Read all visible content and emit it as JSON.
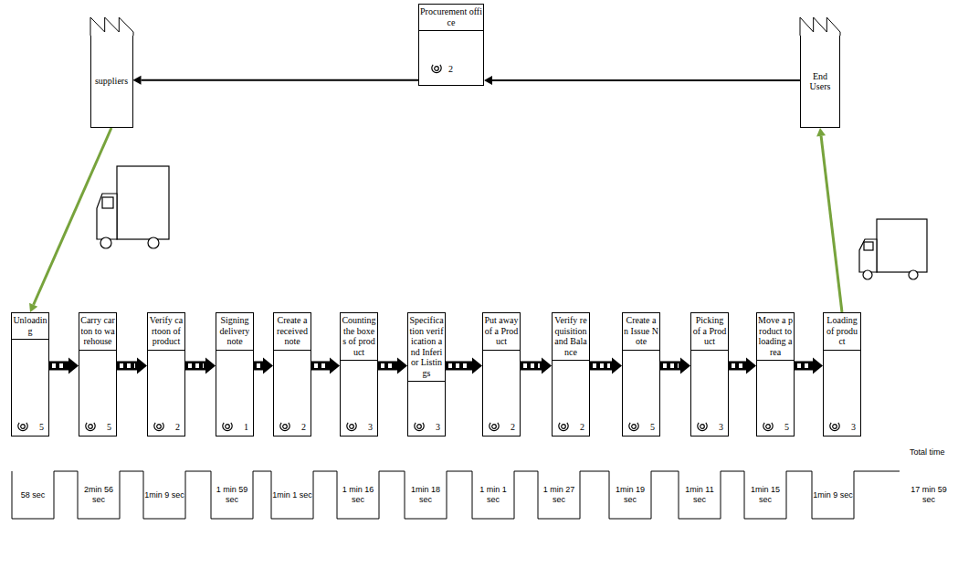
{
  "diagram": {
    "nodes": [
      {
        "text": [
          "suppliers"
        ]
      },
      {
        "text": [
          "Procurement office",
          "2"
        ]
      },
      {
        "text": [
          "End Users"
        ]
      },
      {
        "text": [
          "Unloading",
          "5"
        ]
      },
      {
        "text": [
          "Carry carton to warehouse",
          "5"
        ]
      },
      {
        "text": [
          "Verify cartoon of product",
          "2"
        ]
      },
      {
        "text": [
          "Signing delivery note",
          "1"
        ]
      },
      {
        "text": [
          "Create a received note",
          "2"
        ]
      },
      {
        "text": [
          "Counting the boxes of product",
          "3"
        ]
      },
      {
        "text": [
          "Specification verification and Inferior Listings",
          "3"
        ]
      },
      {
        "text": [
          "Put away of a Product",
          "2"
        ]
      },
      {
        "text": [
          "Verify requisition and Balance",
          "2"
        ]
      },
      {
        "text": [
          "Create an Issue Note",
          "5"
        ]
      },
      {
        "text": [
          "Picking of a Product",
          "3"
        ]
      },
      {
        "text": [
          "Move a product to loading area",
          "5"
        ]
      },
      {
        "text": [
          "Loading of product",
          "3"
        ]
      }
    ],
    "edges": [
      {
        "from": 2,
        "to": 1,
        "arrow": "to"
      },
      {
        "from": 1,
        "to": 0,
        "arrow": "to"
      },
      {
        "from": 0,
        "to": 3,
        "arrow": "to"
      },
      {
        "from": 3,
        "to": 4,
        "arrow": "to"
      },
      {
        "from": 4,
        "to": 5,
        "arrow": "to"
      },
      {
        "from": 5,
        "to": 6,
        "arrow": "to"
      },
      {
        "from": 6,
        "to": 7,
        "arrow": "to"
      },
      {
        "from": 7,
        "to": 8,
        "arrow": "to"
      },
      {
        "from": 8,
        "to": 9,
        "arrow": "to"
      },
      {
        "from": 9,
        "to": 10,
        "arrow": "to"
      },
      {
        "from": 10,
        "to": 11,
        "arrow": "to"
      },
      {
        "from": 11,
        "to": 12,
        "arrow": "to"
      },
      {
        "from": 12,
        "to": 13,
        "arrow": "to"
      },
      {
        "from": 13,
        "to": 14,
        "arrow": "to"
      },
      {
        "from": 14,
        "to": 15,
        "arrow": "to"
      },
      {
        "from": 15,
        "to": 2,
        "arrow": "to"
      }
    ],
    "labels": [
      "Total time",
      "58 sec",
      "2min 56 sec",
      "1min 9 sec",
      "1 min 59 sec",
      "1min 1 sec",
      "1 min 16 sec",
      "1min 18 sec",
      "1 min 1 sec",
      "1 min 27 sec",
      "1min 19 sec",
      "1min 11 sec",
      "1min 15 sec",
      "1min 9 sec",
      "17 min 59 sec"
    ]
  }
}
